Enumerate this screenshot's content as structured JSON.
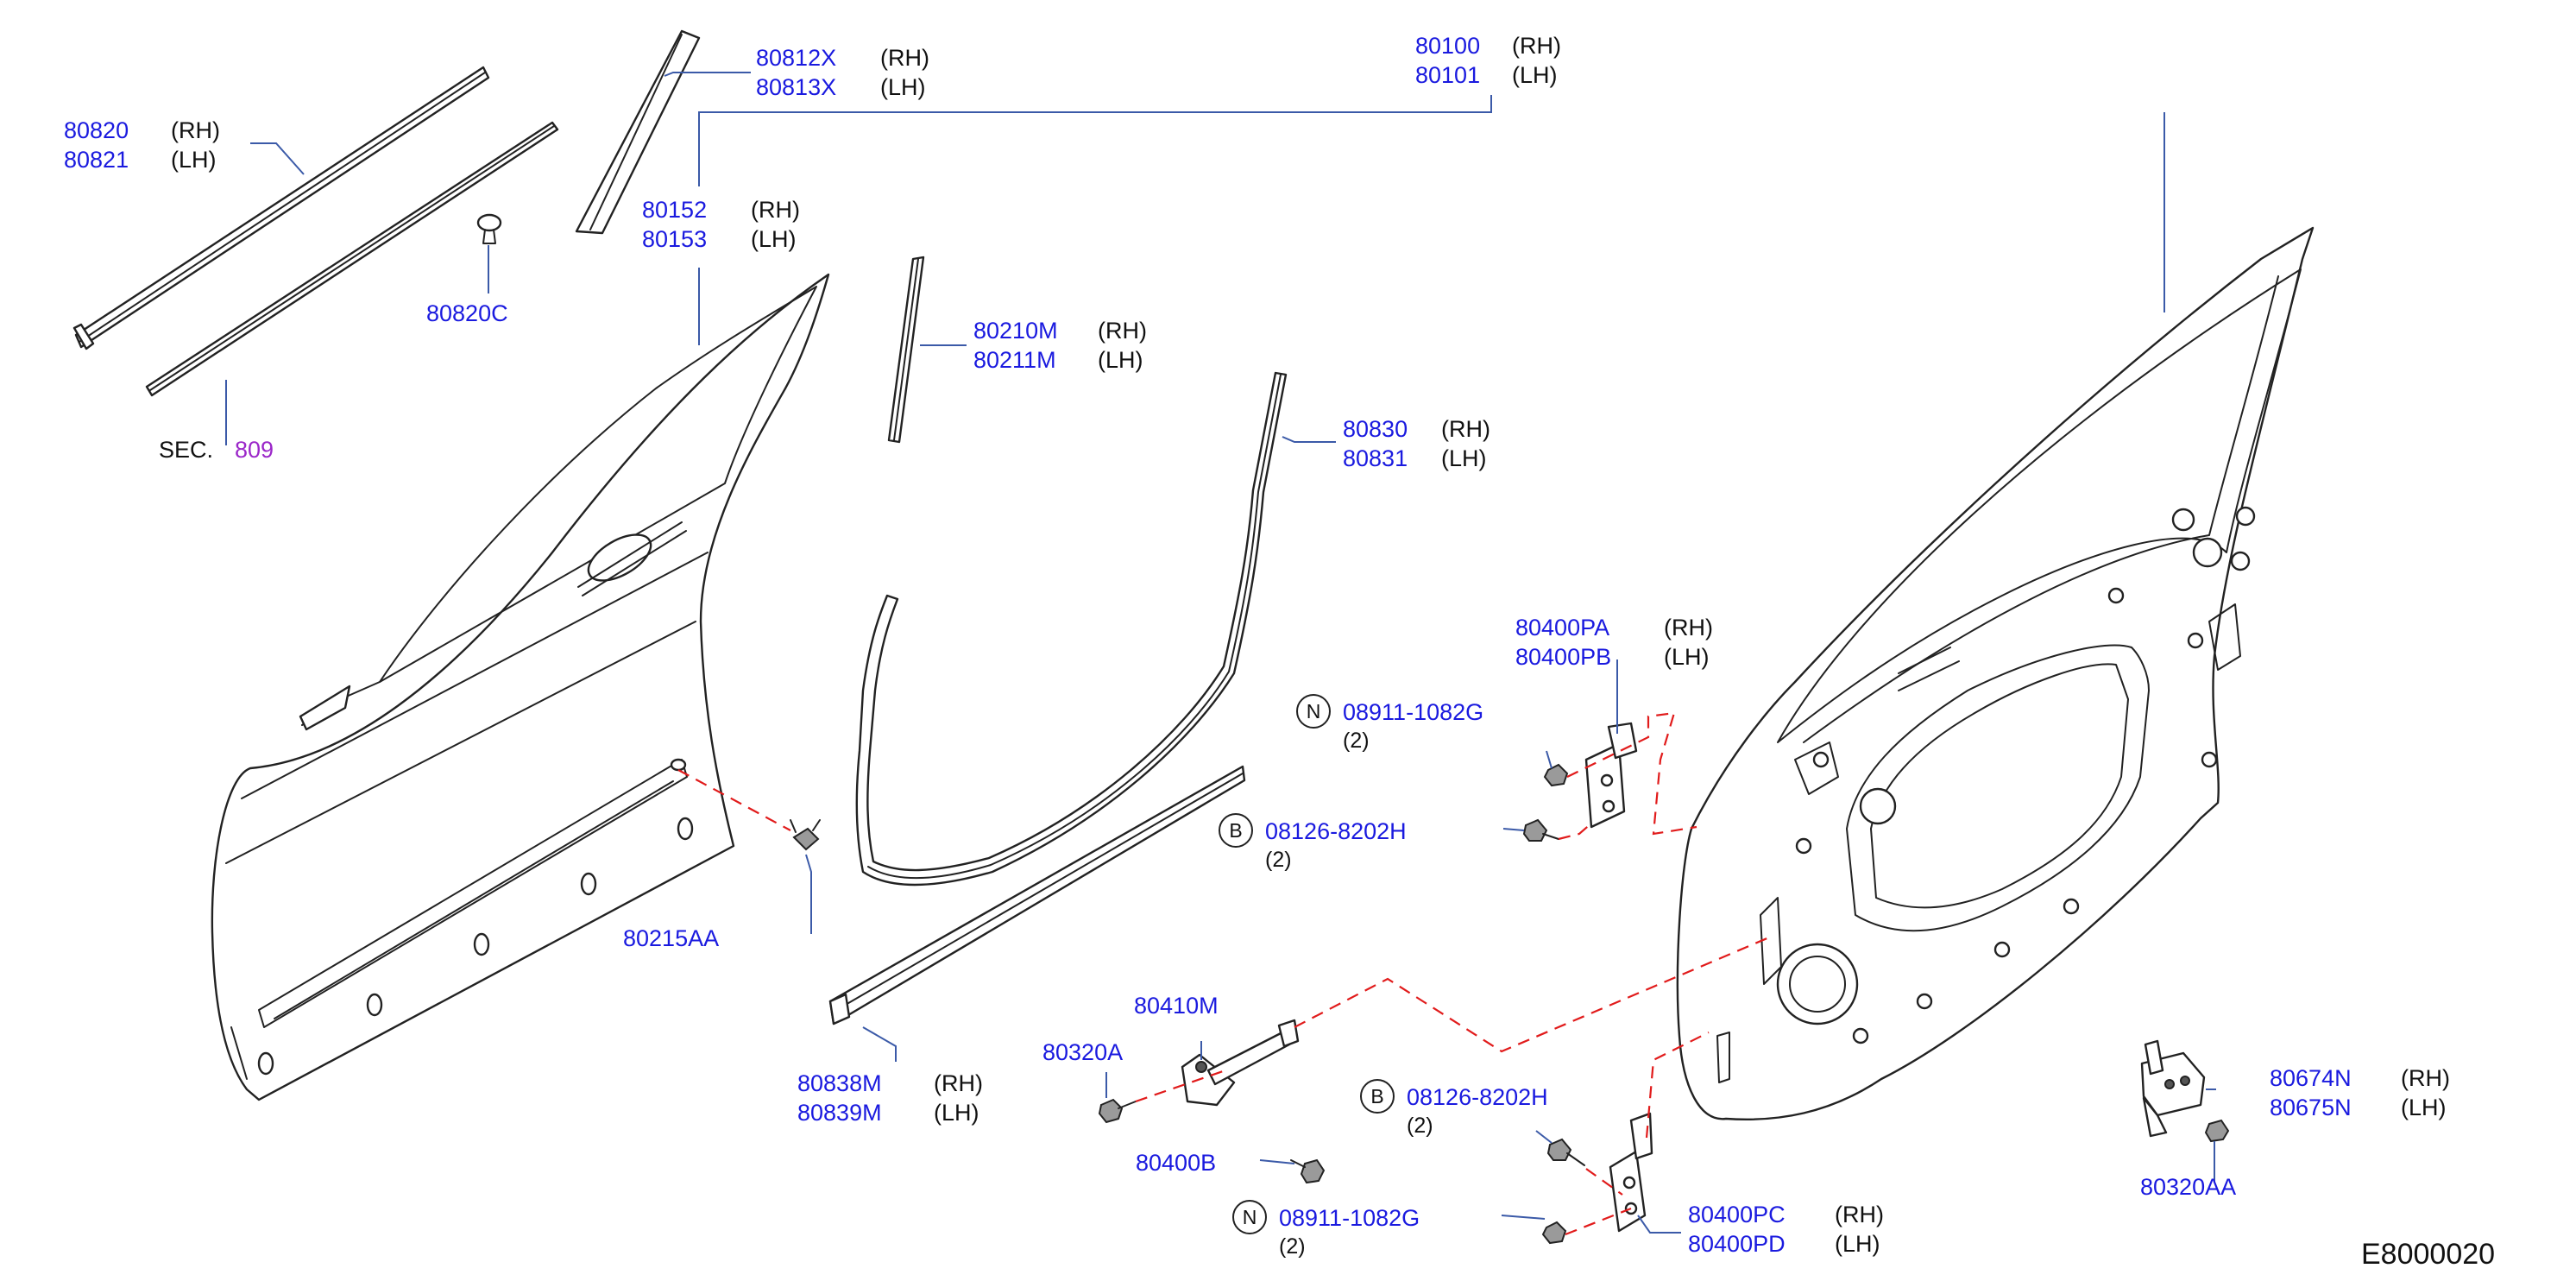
{
  "figure_code": "E8000020",
  "sec": {
    "label": "SEC.",
    "number": "809"
  },
  "callouts": [
    {
      "id": "c-80820",
      "parts": [
        "80820",
        "80821"
      ],
      "sides": [
        "(RH)",
        "(LH)"
      ]
    },
    {
      "id": "c-80812x",
      "parts": [
        "80812X",
        "80813X"
      ],
      "sides": [
        "(RH)",
        "(LH)"
      ]
    },
    {
      "id": "c-80100",
      "parts": [
        "80100",
        "80101"
      ],
      "sides": [
        "(RH)",
        "(LH)"
      ]
    },
    {
      "id": "c-80152",
      "parts": [
        "80152",
        "80153"
      ],
      "sides": [
        "(RH)",
        "(LH)"
      ]
    },
    {
      "id": "c-80820c",
      "parts": [
        "80820C"
      ],
      "sides": []
    },
    {
      "id": "c-80210m",
      "parts": [
        "80210M",
        "80211M"
      ],
      "sides": [
        "(RH)",
        "(LH)"
      ]
    },
    {
      "id": "c-80830",
      "parts": [
        "80830",
        "80831"
      ],
      "sides": [
        "(RH)",
        "(LH)"
      ]
    },
    {
      "id": "c-80400pa",
      "parts": [
        "80400PA",
        "80400PB"
      ],
      "sides": [
        "(RH)",
        "(LH)"
      ]
    },
    {
      "id": "c-80215aa",
      "parts": [
        "80215AA"
      ],
      "sides": []
    },
    {
      "id": "c-80838m",
      "parts": [
        "80838M",
        "80839M"
      ],
      "sides": [
        "(RH)",
        "(LH)"
      ]
    },
    {
      "id": "c-80410m",
      "parts": [
        "80410M"
      ],
      "sides": []
    },
    {
      "id": "c-80320a",
      "parts": [
        "80320A"
      ],
      "sides": []
    },
    {
      "id": "c-80400b",
      "parts": [
        "80400B"
      ],
      "sides": []
    },
    {
      "id": "c-80400pc",
      "parts": [
        "80400PC",
        "80400PD"
      ],
      "sides": [
        "(RH)",
        "(LH)"
      ]
    },
    {
      "id": "c-80674n",
      "parts": [
        "80674N",
        "80675N"
      ],
      "sides": [
        "(RH)",
        "(LH)"
      ]
    },
    {
      "id": "c-80320aa",
      "parts": [
        "80320AA"
      ],
      "sides": []
    }
  ],
  "fasteners": [
    {
      "id": "f-n-upper",
      "prefix": "N",
      "part": "08911-1082G",
      "qty": "(2)"
    },
    {
      "id": "f-b-upper",
      "prefix": "B",
      "part": "08126-8202H",
      "qty": "(2)"
    },
    {
      "id": "f-b-lower",
      "prefix": "B",
      "part": "08126-8202H",
      "qty": "(2)"
    },
    {
      "id": "f-n-lower",
      "prefix": "N",
      "part": "08911-1082G",
      "qty": "(2)"
    }
  ],
  "colors": {
    "part_number": "#1a1adf",
    "leader": "#3b5aa8",
    "dashed_guide": "#e11b1b",
    "sec_number": "#9b27c9"
  }
}
